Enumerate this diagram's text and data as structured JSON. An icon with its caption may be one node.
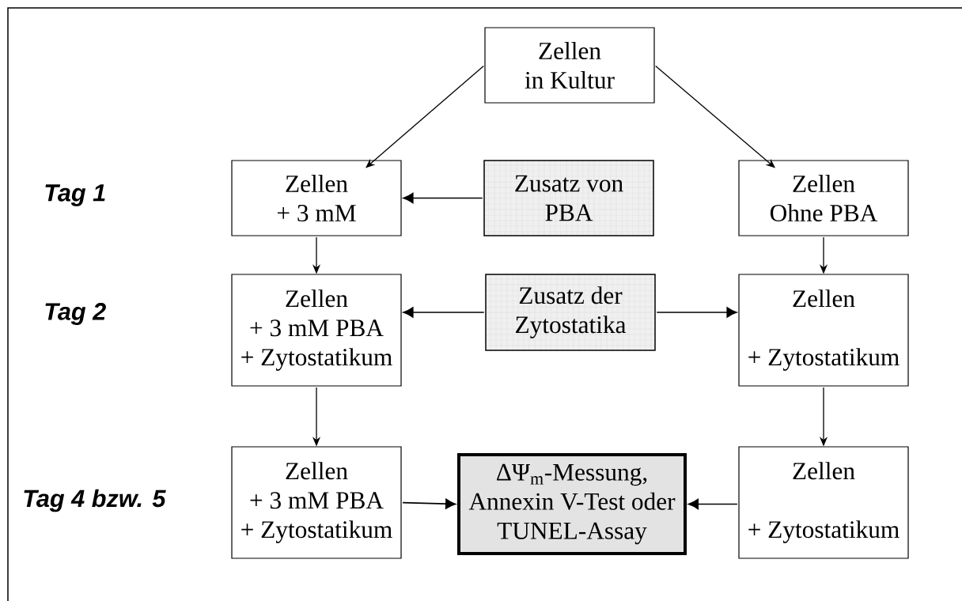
{
  "diagram": {
    "nodes": [
      {
        "text": [
          "Zellen",
          "in Kultur"
        ]
      },
      {
        "text": [
          "Zellen",
          "+ 3 mM"
        ]
      },
      {
        "text": [
          "Zusatz von PBA"
        ]
      },
      {
        "text": [
          "Zellen",
          "Ohne PBA"
        ]
      },
      {
        "text": [
          "Zellen",
          "+ 3 mM PBA",
          "+ Zytostatikum"
        ]
      },
      {
        "text": [
          "Zusatz der Zytostatika"
        ]
      },
      {
        "text": [
          "Zellen",
          "+ Zytostatikum"
        ]
      },
      {
        "text": [
          "Zellen",
          "+ 3 mM PBA",
          "+ Zytostatikum"
        ]
      },
      {
        "text": [
          "ΔΨ$_{m}$-Messung, Annexin V-Test oder TUNEL-Assay"
        ]
      },
      {
        "text": [
          "Zellen",
          "+ Zytostatikum"
        ]
      }
    ],
    "edges": [
      {
        "from": 0,
        "to": 1,
        "arrow": "to"
      },
      {
        "from": 0,
        "to": 3,
        "arrow": "to"
      },
      {
        "from": 2,
        "to": 1,
        "arrow": "to"
      },
      {
        "from": 1,
        "to": 4,
        "arrow": "to"
      },
      {
        "from": 3,
        "to": 6,
        "arrow": "to"
      },
      {
        "from": 5,
        "to": 4,
        "arrow": "to"
      },
      {
        "from": 5,
        "to": 6,
        "arrow": "to"
      },
      {
        "from": 4,
        "to": 7,
        "arrow": "to"
      },
      {
        "from": 6,
        "to": 9,
        "arrow": "to"
      },
      {
        "from": 7,
        "to": 8,
        "arrow": "to"
      },
      {
        "from": 9,
        "to": 8,
        "arrow": "to"
      }
    ],
    "labels": [
      "Tag 1",
      "Tag 2",
      "Tag 4 bzw. 5"
    ]
  }
}
